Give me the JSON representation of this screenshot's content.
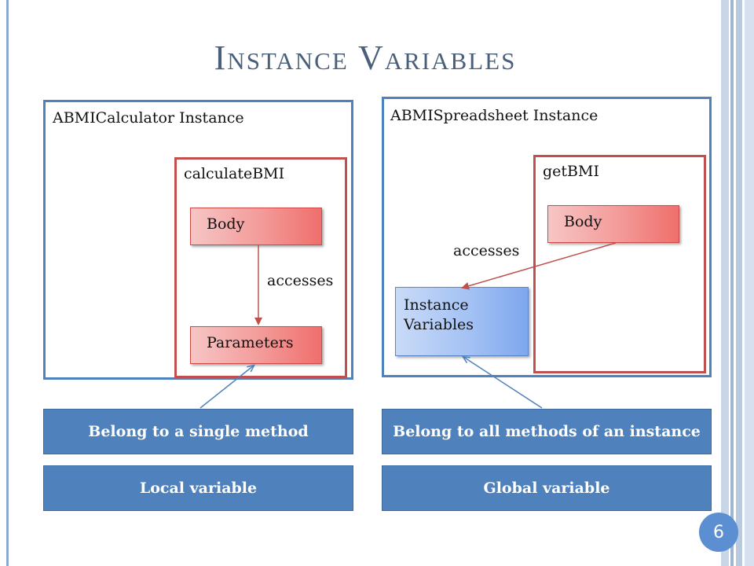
{
  "slide": {
    "title": "Instance Variables",
    "page_number": "6"
  },
  "left_panel": {
    "label": "ABMICalculator Instance",
    "method_label": "calculateBMI",
    "body_label": "Body",
    "accesses_label": "accesses",
    "parameters_label": "Parameters"
  },
  "right_panel": {
    "label": "ABMISpreadsheet Instance",
    "method_label": "getBMI",
    "body_label": "Body",
    "accesses_label": "accesses",
    "instance_vars_line1": "Instance",
    "instance_vars_line2": "Variables"
  },
  "bands": {
    "belong_single": "Belong to a single method",
    "belong_all": "Belong to all methods of an instance",
    "local": "Local variable",
    "global": "Global variable"
  },
  "colors": {
    "panel_border": "#4f81bd",
    "method_border": "#c0504d",
    "band_fill": "#4f81bd",
    "title_color": "#4a5f7a"
  }
}
